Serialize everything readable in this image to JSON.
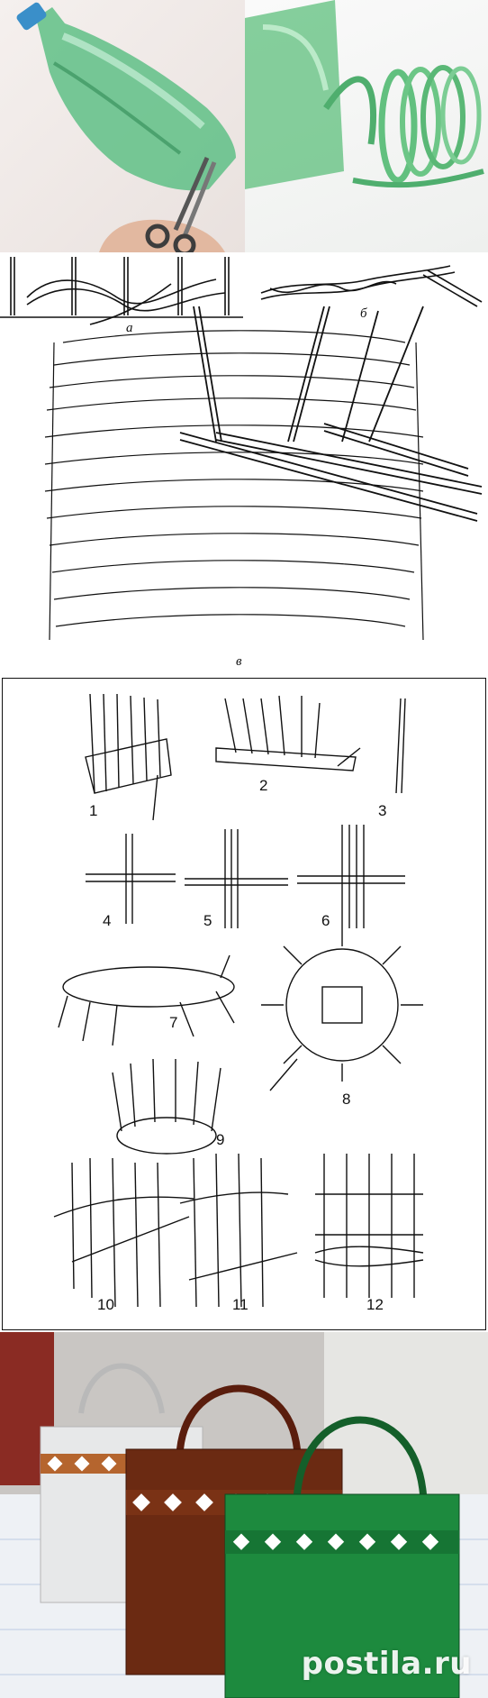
{
  "diagram_top": {
    "label_a": "а",
    "label_b": "б",
    "label_v": "в"
  },
  "diagram_bottom": {
    "step_labels": [
      "1",
      "2",
      "3",
      "4",
      "5",
      "6",
      "7",
      "8",
      "9",
      "10",
      "11",
      "12"
    ]
  },
  "photo_baskets": {
    "watermark": "postila.ru"
  },
  "colors": {
    "bottle_green": "#3fa56a",
    "basket_brown": "#6b2a12",
    "basket_green": "#1d8a3e",
    "stripe_white": "#ffffff"
  },
  "icons": {
    "scissors": "scissors-icon",
    "bottle": "bottle-icon"
  }
}
